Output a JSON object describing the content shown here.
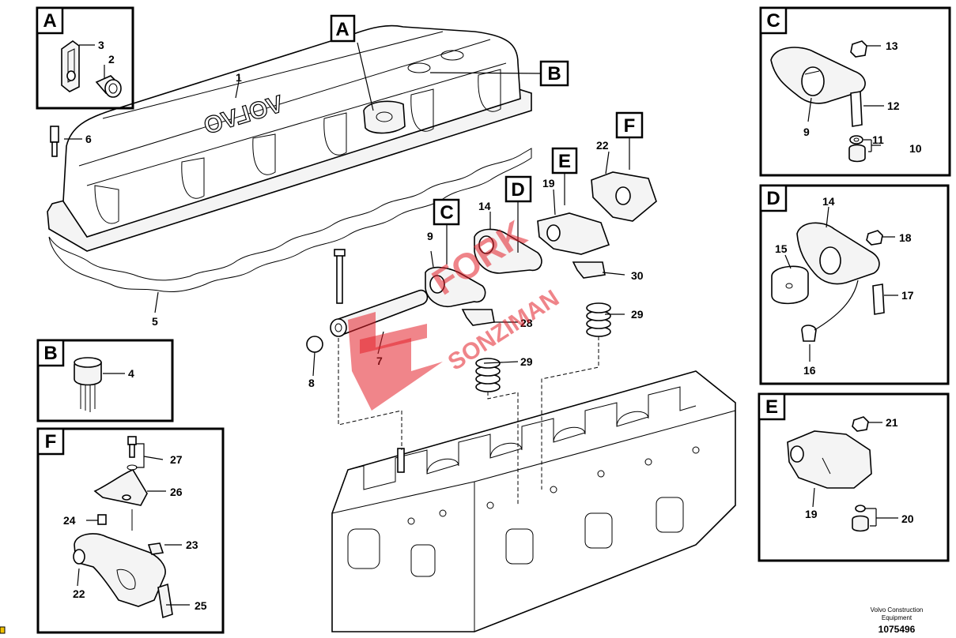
{
  "callouts": {
    "a_main": "A",
    "b_main": "B",
    "c_main": "C",
    "d_main": "D",
    "e_main": "E",
    "f_main": "F",
    "a_inset": "A",
    "b_inset": "B",
    "c_inset": "C",
    "d_inset": "D",
    "e_inset": "E",
    "f_inset": "F"
  },
  "parts": {
    "p1": "1",
    "p2": "2",
    "p3": "3",
    "p4": "4",
    "p5": "5",
    "p6": "6",
    "p7": "7",
    "p8": "8",
    "p9_main": "9",
    "p9_c": "9",
    "p10": "10",
    "p11": "11",
    "p12": "12",
    "p13": "13",
    "p14_main": "14",
    "p14_d": "14",
    "p15": "15",
    "p16": "16",
    "p17": "17",
    "p18": "18",
    "p19_main": "19",
    "p19_e": "19",
    "p20": "20",
    "p21": "21",
    "p22_main": "22",
    "p22_f": "22",
    "p23": "23",
    "p24": "24",
    "p25": "25",
    "p26": "26",
    "p27": "27",
    "p28": "28",
    "p29_a": "29",
    "p29_b": "29",
    "p30": "30"
  },
  "cover_brand": "VOLVO",
  "watermark": {
    "line1": "FORK",
    "line2": "SONZIMAN"
  },
  "footer": {
    "line1": "Volvo Construction",
    "line2": "Equipment",
    "doc_number": "1075496"
  }
}
